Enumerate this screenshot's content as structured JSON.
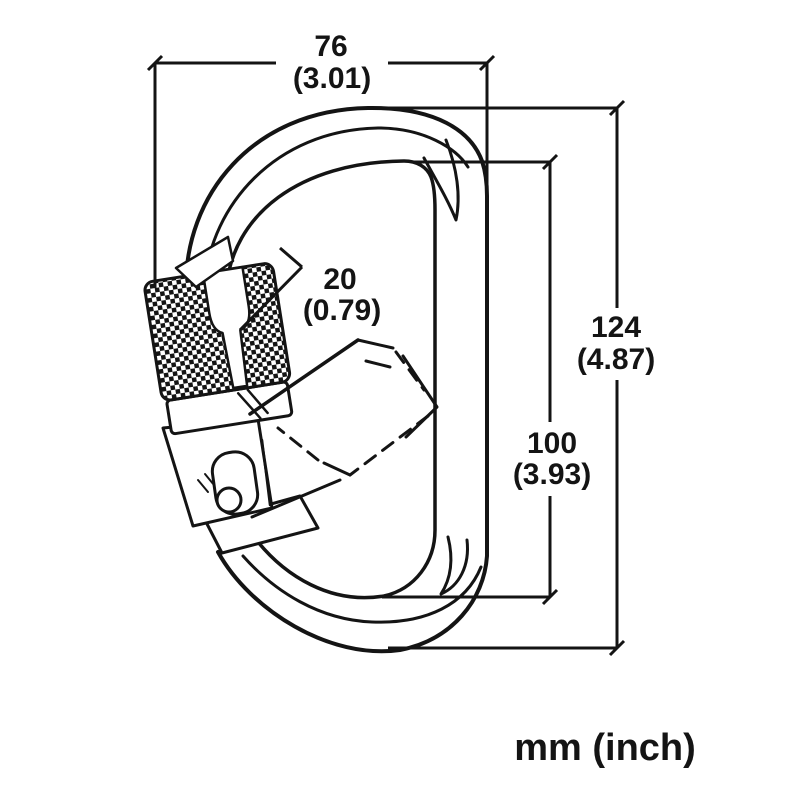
{
  "diagram": {
    "units_label": "mm (inch)",
    "line_color": "#141414",
    "background_color": "#ffffff",
    "dimensions": {
      "width": {
        "mm": "76",
        "inch": "(3.01)"
      },
      "height": {
        "mm": "124",
        "inch": "(4.87)"
      },
      "inside_length": {
        "mm": "100",
        "inch": "(3.93)"
      },
      "gate_opening": {
        "mm": "20",
        "inch": "(0.79)"
      }
    }
  }
}
